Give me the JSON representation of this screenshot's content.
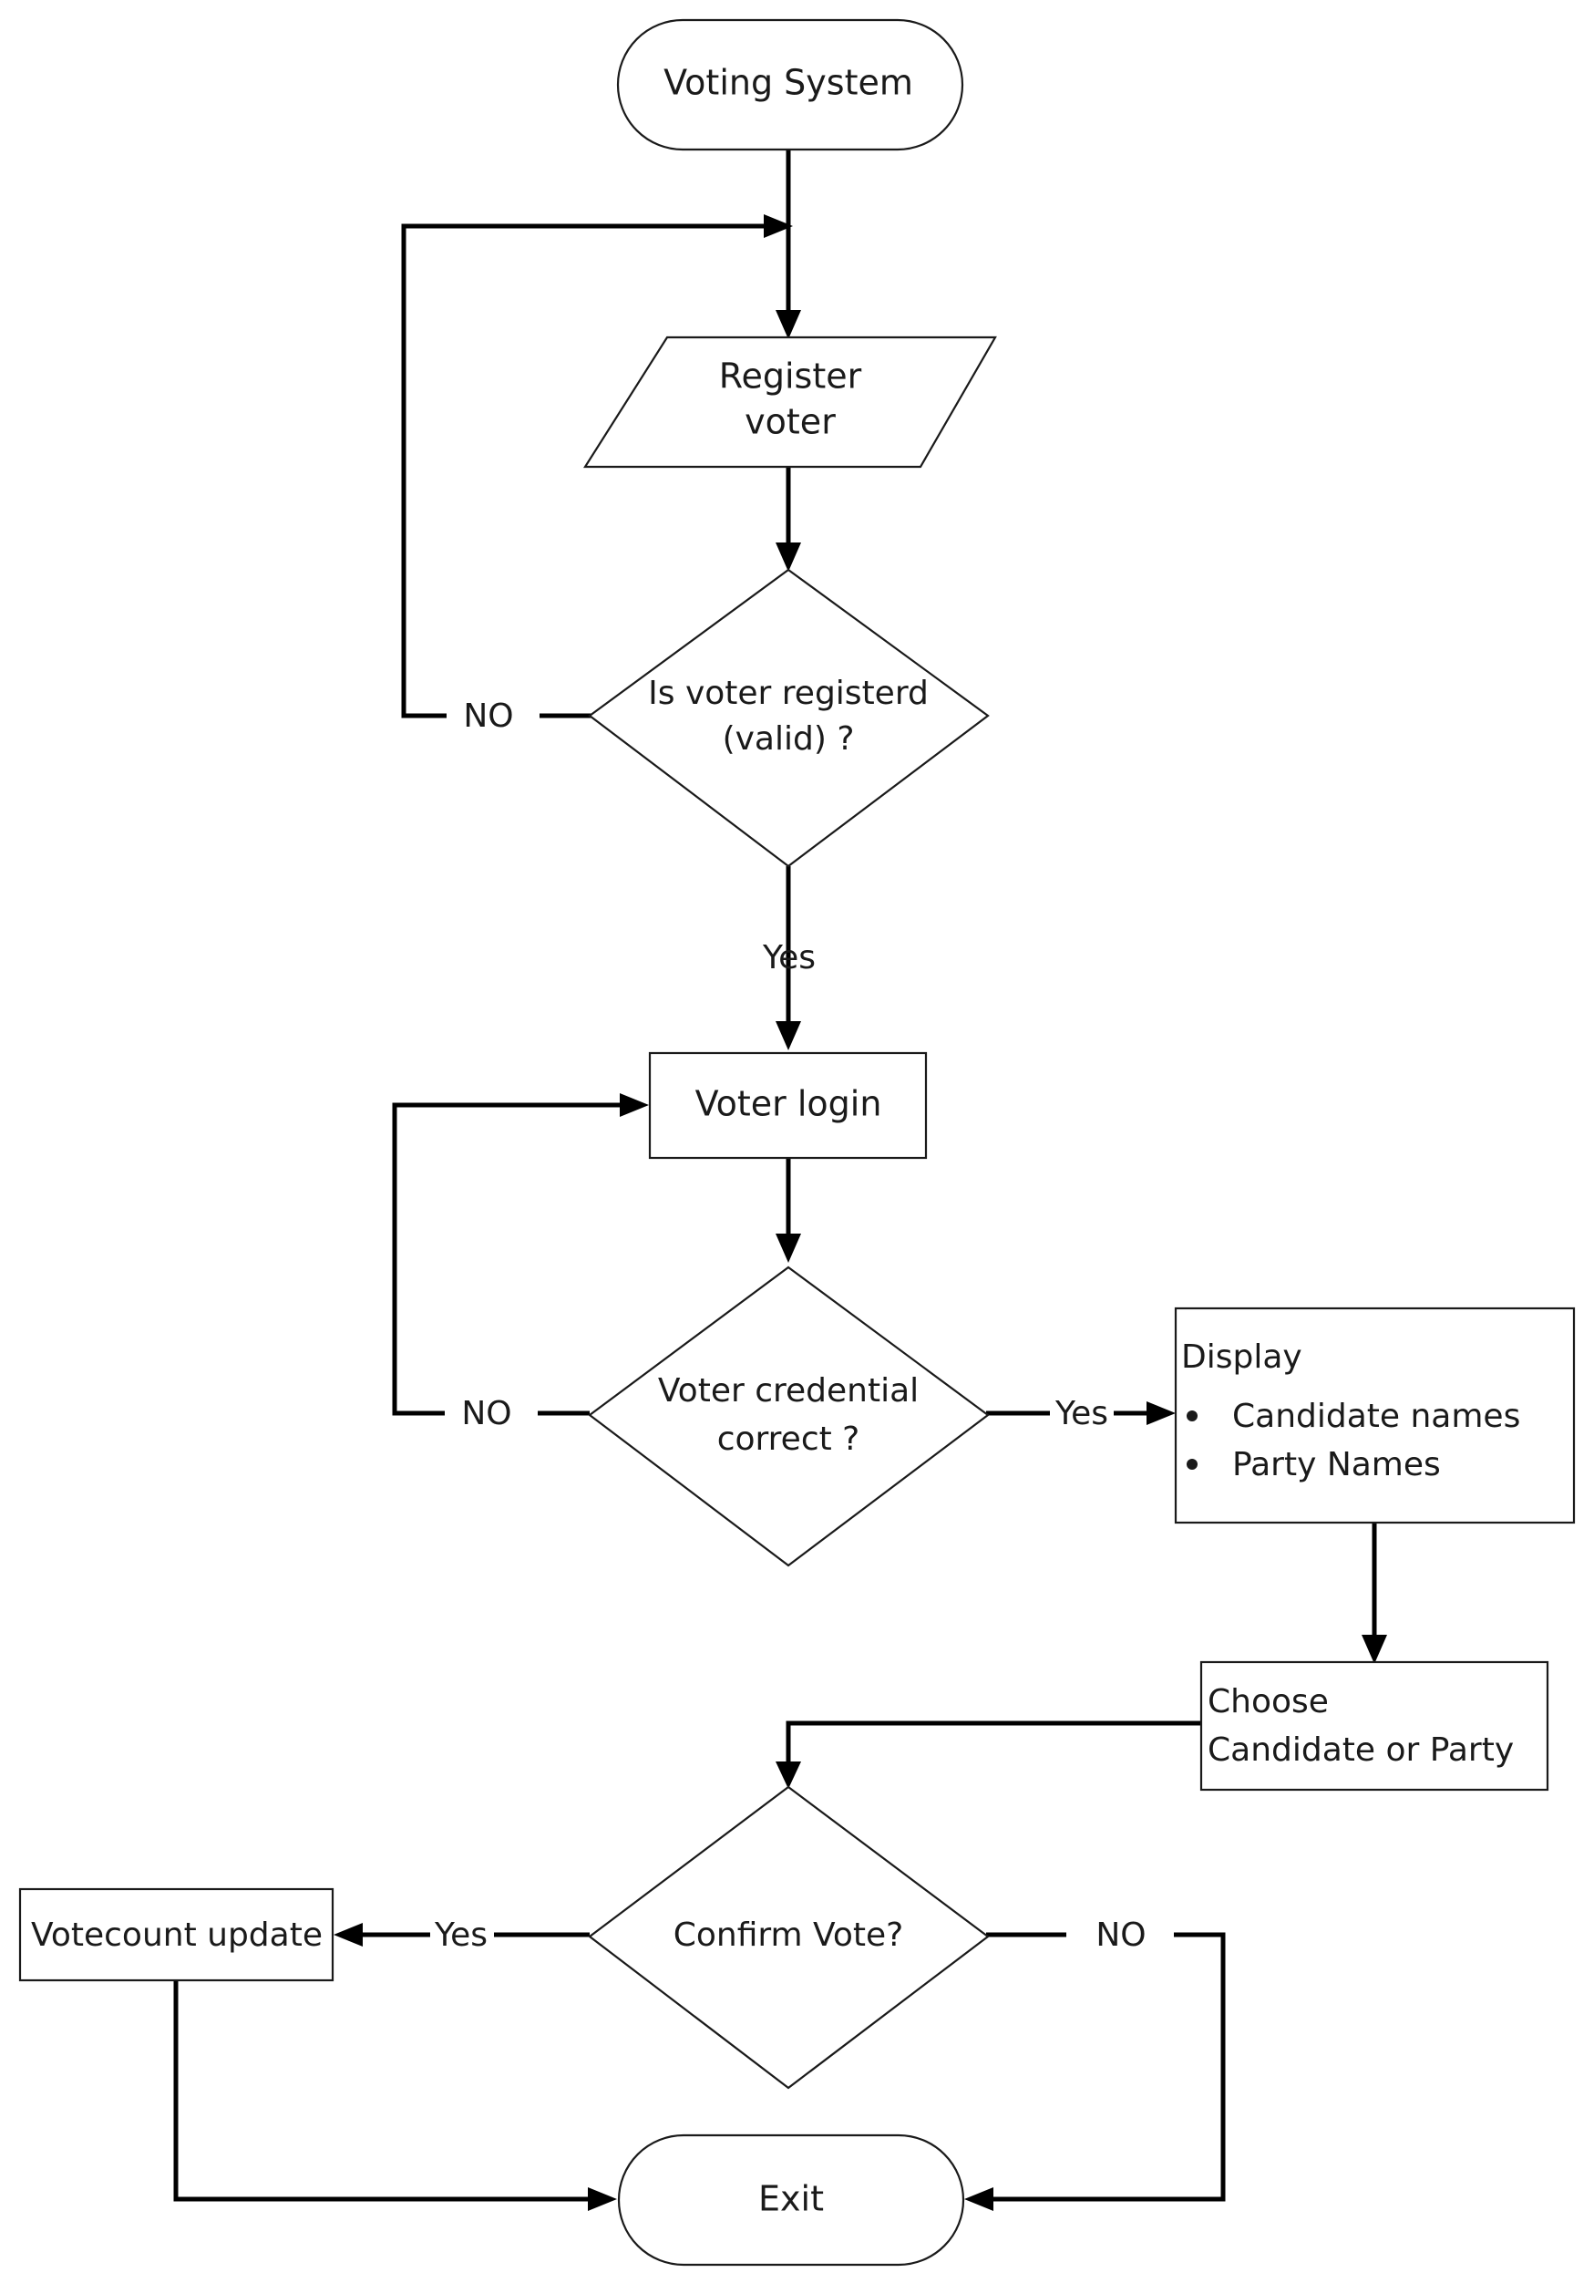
{
  "nodes": {
    "start": {
      "label": "Voting System"
    },
    "register": {
      "lines": [
        "Register",
        "voter"
      ]
    },
    "is_registered": {
      "lines": [
        "Is voter registerd",
        "(valid) ?"
      ]
    },
    "voter_login": {
      "label": "Voter login"
    },
    "credential_check": {
      "lines": [
        "Voter credential",
        "correct ?"
      ]
    },
    "display": {
      "title": "Display",
      "items": [
        "Candidate names",
        "Party Names"
      ]
    },
    "choose": {
      "lines": [
        "Choose",
        "Candidate or Party"
      ]
    },
    "confirm": {
      "label": "Confirm Vote?"
    },
    "votecount": {
      "label": "Votecount update"
    },
    "exit": {
      "label": "Exit"
    }
  },
  "edge_labels": {
    "registered_no": "NO",
    "registered_yes": "Yes",
    "credential_no": "NO",
    "credential_yes": "Yes",
    "confirm_yes": "Yes",
    "confirm_no": "NO"
  }
}
